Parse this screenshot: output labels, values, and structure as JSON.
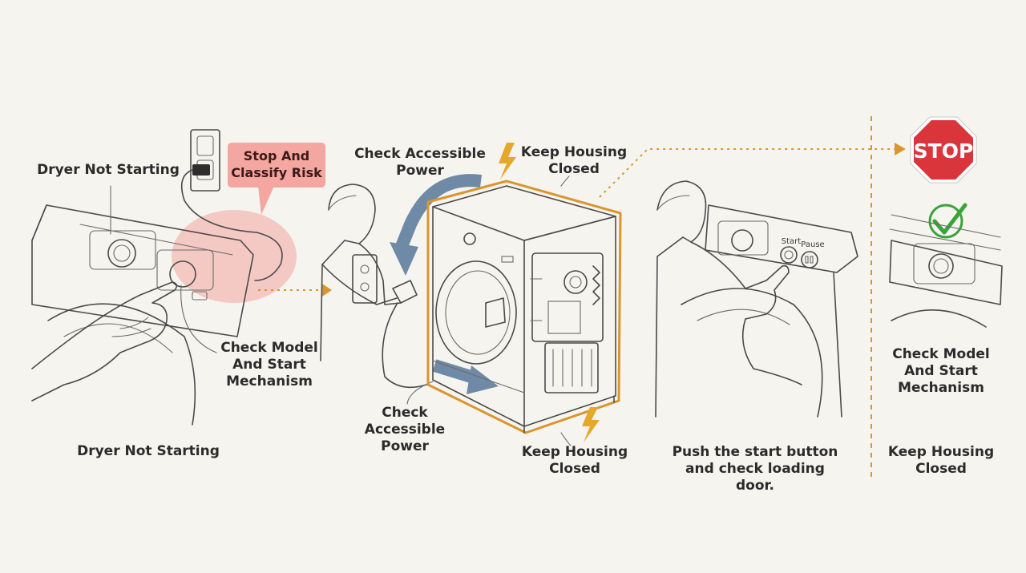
{
  "panels": [
    {
      "caption": "Dryer Not Starting"
    },
    {
      "caption": "Check\nAccessible\nPower"
    },
    {
      "caption": "Keep Housing\nClosed"
    },
    {
      "caption": "Push the start button\nand check loading door."
    },
    {
      "caption": "Keep Housing\nClosed"
    }
  ],
  "callouts": {
    "dryer_not_starting": "Dryer Not Starting",
    "stop_classify": "Stop And\nClassify Risk",
    "check_model_1": "Check Model\nAnd Start\nMechanism",
    "check_power_top": "Check Accessible\nPower",
    "keep_housing_top": "Keep Housing\nClosed",
    "check_model_2": "Check Model\nAnd Start\nMechanism",
    "appliance_start": "Start",
    "appliance_pause": "Pause"
  },
  "stop_sign": {
    "text": "STOP",
    "color": "#d9353a"
  },
  "checkmark": {
    "color": "#3aa33a"
  },
  "colors": {
    "accent_orange": "#d9962f",
    "arrow_blue": "#6f8aa6",
    "highlight_pink": "#f4a6a0",
    "lightning": "#e4a82a"
  }
}
